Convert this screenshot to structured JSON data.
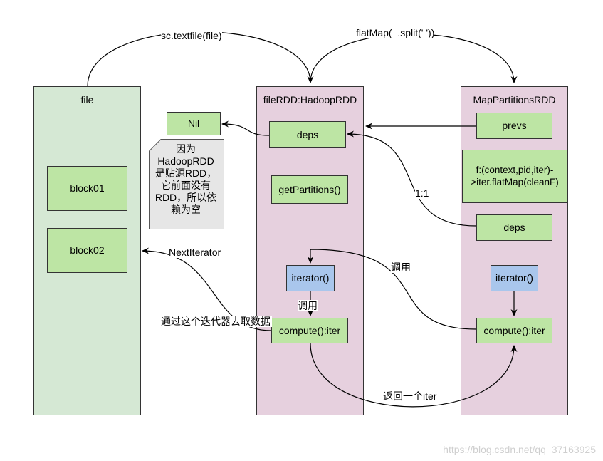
{
  "lanes": {
    "file": "file",
    "hadoop": "fileRDD:HadoopRDD",
    "mappart": "MapPartitionsRDD"
  },
  "boxes": {
    "nil": "Nil",
    "block01": "block01",
    "block02": "block02",
    "hadoop_deps": "deps",
    "get_partitions": "getPartitions()",
    "hadoop_iterator": "iterator()",
    "hadoop_compute": "compute():iter",
    "prevs": "prevs",
    "func": "f:(context,pid,iter)-\n>iter.flatMap(cleanF)",
    "mp_deps": "deps",
    "mp_iterator": "iterator()",
    "mp_compute": "compute():iter"
  },
  "note": "因为\nHadoopRDD\n是贴源RDD，\n它前面没有\nRDD，所以依\n赖为空",
  "edge_labels": {
    "textfile": "sc.textfile(file)",
    "flatmap": "flatMap(_.split(' '))",
    "one_to_one": "1:1",
    "next_iterator": "NextIterator",
    "call_right": "调用",
    "call_left": "调用",
    "fetch_data": "通过这个迭代器去取数据",
    "return_iter": "返回一个iter"
  },
  "colors": {
    "file_lane": "#d5e8d4",
    "rdd_lane": "#e6d0de",
    "green_box": "#bde5a4",
    "blue_box": "#a9c6ec",
    "note_fill": "#e6e6e6"
  },
  "watermark": "https://blog.csdn.net/qq_37163925"
}
